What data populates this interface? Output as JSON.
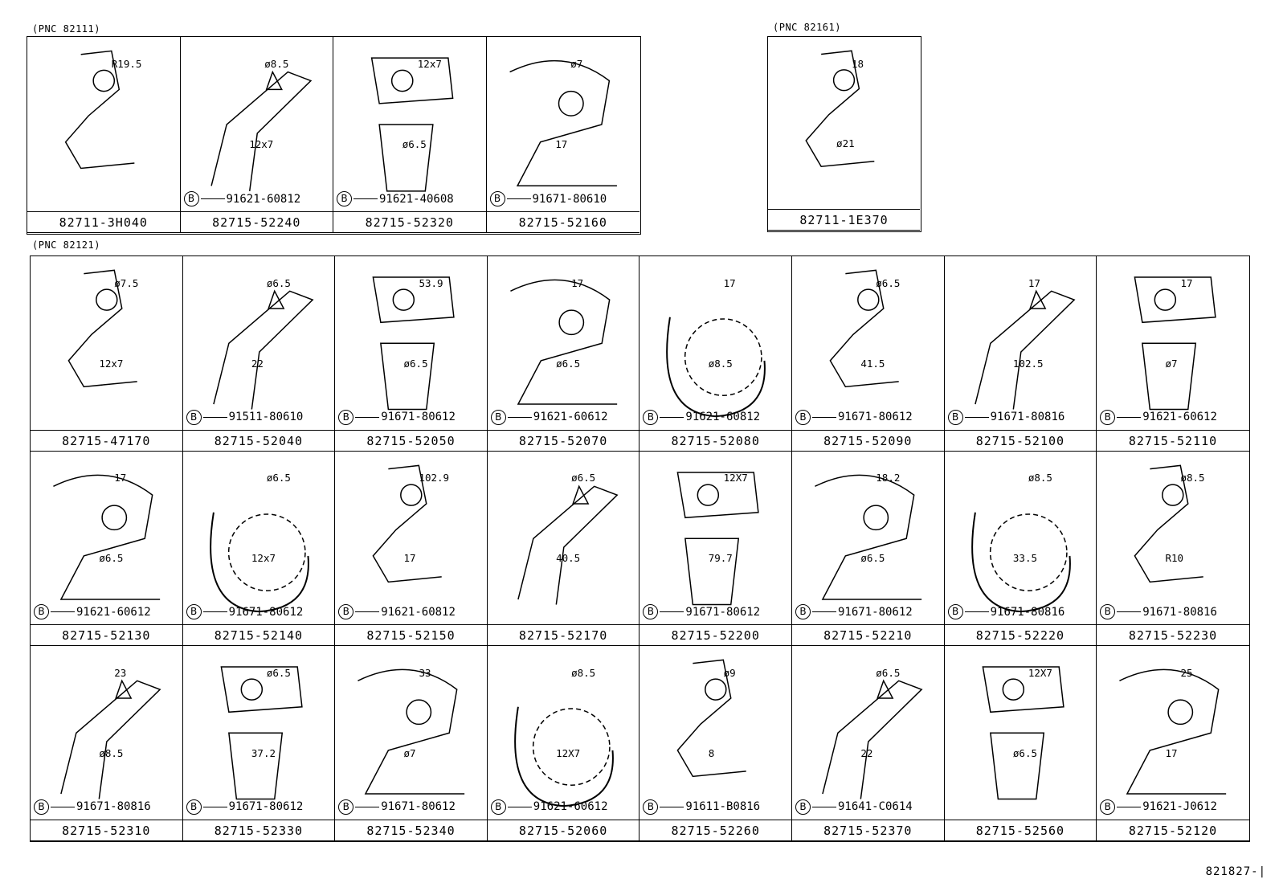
{
  "groups": [
    {
      "pnc": "(PNC 82111)",
      "parts": [
        {
          "part_no": "82711-3H040",
          "dims": [
            "R19.5"
          ],
          "bolt": ""
        },
        {
          "part_no": "82715-52240",
          "dims": [
            "ø8.5",
            "12x7"
          ],
          "bolt": "91621-60812"
        },
        {
          "part_no": "82715-52320",
          "dims": [
            "12x7",
            "ø6.5"
          ],
          "bolt": "91621-40608"
        },
        {
          "part_no": "82715-52160",
          "dims": [
            "ø7",
            "17"
          ],
          "bolt": "91671-80610"
        }
      ]
    },
    {
      "pnc": "(PNC 82161)",
      "parts": [
        {
          "part_no": "82711-1E370",
          "dims": [
            "18",
            "ø21"
          ],
          "bolt": ""
        }
      ]
    },
    {
      "pnc": "(PNC 82121)",
      "parts": [
        {
          "part_no": "82715-47170",
          "dims": [
            "ø7.5",
            "12x7"
          ],
          "bolt": ""
        },
        {
          "part_no": "82715-52040",
          "dims": [
            "ø6.5",
            "22"
          ],
          "bolt": "91511-80610"
        },
        {
          "part_no": "82715-52050",
          "dims": [
            "53.9",
            "ø6.5"
          ],
          "bolt": "91671-80612"
        },
        {
          "part_no": "82715-52070",
          "dims": [
            "17",
            "ø6.5"
          ],
          "bolt": "91621-60612"
        },
        {
          "part_no": "82715-52080",
          "dims": [
            "17",
            "ø8.5"
          ],
          "bolt": "91621-60812"
        },
        {
          "part_no": "82715-52090",
          "dims": [
            "ø6.5",
            "41.5"
          ],
          "bolt": "91671-80612"
        },
        {
          "part_no": "82715-52100",
          "dims": [
            "17",
            "102.5"
          ],
          "bolt": "91671-80816"
        },
        {
          "part_no": "82715-52110",
          "dims": [
            "17",
            "ø7"
          ],
          "bolt": "91621-60612"
        },
        {
          "part_no": "82715-52130",
          "dims": [
            "17",
            "ø6.5"
          ],
          "bolt": "91621-60612"
        },
        {
          "part_no": "82715-52140",
          "dims": [
            "ø6.5",
            "12x7"
          ],
          "bolt": "91671-80612"
        },
        {
          "part_no": "82715-52150",
          "dims": [
            "102.9",
            "17"
          ],
          "bolt": "91621-60812"
        },
        {
          "part_no": "82715-52170",
          "dims": [
            "ø6.5",
            "40.5"
          ],
          "bolt": ""
        },
        {
          "part_no": "82715-52200",
          "dims": [
            "12X7",
            "79.7"
          ],
          "bolt": "91671-80612"
        },
        {
          "part_no": "82715-52210",
          "dims": [
            "18.2",
            "ø6.5"
          ],
          "bolt": "91671-80612"
        },
        {
          "part_no": "82715-52220",
          "dims": [
            "ø8.5",
            "33.5"
          ],
          "bolt": "91671-80816"
        },
        {
          "part_no": "82715-52230",
          "dims": [
            "ø8.5",
            "R10"
          ],
          "bolt": "91671-80816"
        },
        {
          "part_no": "82715-52310",
          "dims": [
            "23",
            "ø8.5"
          ],
          "bolt": "91671-80816"
        },
        {
          "part_no": "82715-52330",
          "dims": [
            "ø6.5",
            "37.2"
          ],
          "bolt": "91671-80612"
        },
        {
          "part_no": "82715-52340",
          "dims": [
            "33",
            "ø7"
          ],
          "bolt": "91671-80612"
        },
        {
          "part_no": "82715-52060",
          "dims": [
            "ø8.5",
            "12X7"
          ],
          "bolt": "91621-60612"
        },
        {
          "part_no": "82715-52260",
          "dims": [
            "ø9",
            "8"
          ],
          "bolt": "91611-B0816"
        },
        {
          "part_no": "82715-52370",
          "dims": [
            "ø6.5",
            "22"
          ],
          "bolt": "91641-C0614"
        },
        {
          "part_no": "82715-52560",
          "dims": [
            "12X7",
            "ø6.5"
          ],
          "bolt": ""
        },
        {
          "part_no": "82715-52120",
          "dims": [
            "25",
            "17"
          ],
          "bolt": "91621-J0612"
        }
      ]
    }
  ],
  "bolt_symbol": "B",
  "figure_no": "821827-|"
}
